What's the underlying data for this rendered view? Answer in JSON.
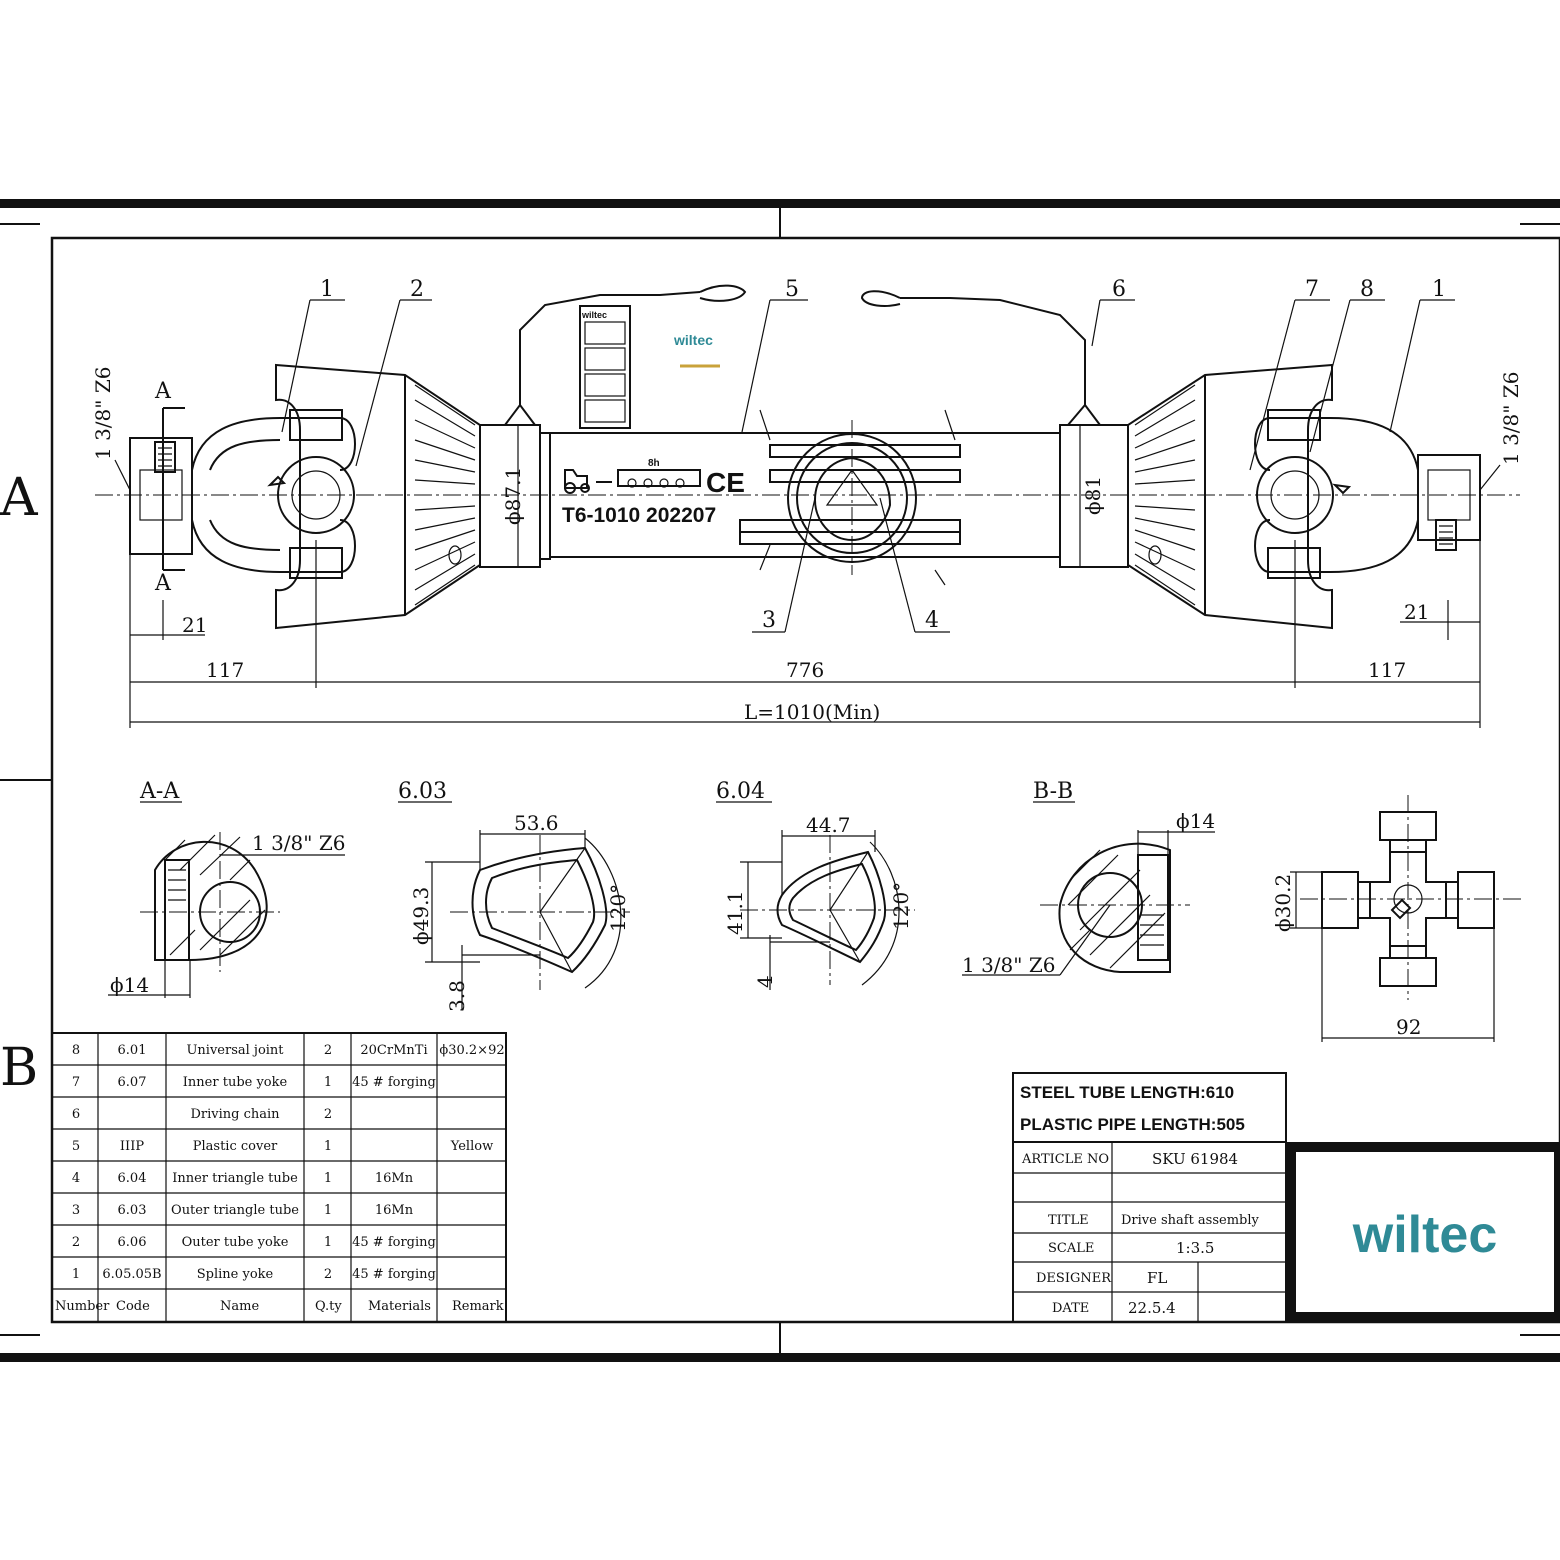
{
  "drawing": {
    "zones": [
      "A",
      "B"
    ],
    "callouts": [
      "1",
      "2",
      "5",
      "6",
      "7",
      "8",
      "1",
      "3",
      "4"
    ],
    "product_label": "T6-1010  202207",
    "ce_mark": "CE",
    "sticker_brand": "wiltec",
    "speed_hint": "8h",
    "dimensions": {
      "spline_left": "1 3/8\" Z6",
      "spline_right": "1 3/8\" Z6",
      "section_a": "A",
      "tube_left_dia": "ϕ87.1",
      "tube_right_dia": "ϕ81",
      "end_offset_left": "21",
      "end_offset_right": "21",
      "yoke_left": "117",
      "middle": "776",
      "yoke_right": "117",
      "total": "L=1010(Min)"
    }
  },
  "sections": {
    "aa": {
      "title": "A-A",
      "spline": "1 3/8\" Z6",
      "hole": "ϕ14"
    },
    "s603": {
      "title": "6.03",
      "width": "53.6",
      "height": "ϕ49.3",
      "wall": "3.8",
      "angle": "120°"
    },
    "s604": {
      "title": "6.04",
      "width": "44.7",
      "height": "41.1",
      "wall": "4",
      "angle": "120°"
    },
    "bb": {
      "title": "B-B",
      "hole": "ϕ14",
      "spline": "1 3/8\" Z6"
    },
    "cross": {
      "dia": "ϕ30.2",
      "length": "92"
    }
  },
  "bom": {
    "headers": [
      "Number",
      "Code",
      "Name",
      "Q.ty",
      "Materials",
      "Remark"
    ],
    "rows": [
      [
        "8",
        "6.01",
        "Universal joint",
        "2",
        "20CrMnTi",
        "ϕ30.2×92"
      ],
      [
        "7",
        "6.07",
        "Inner tube yoke",
        "1",
        "45 # forging",
        ""
      ],
      [
        "6",
        "",
        "Driving chain",
        "2",
        "",
        ""
      ],
      [
        "5",
        "IIIP",
        "Plastic cover",
        "1",
        "",
        "Yellow"
      ],
      [
        "4",
        "6.04",
        "Inner triangle tube",
        "1",
        "16Mn",
        ""
      ],
      [
        "3",
        "6.03",
        "Outer triangle tube",
        "1",
        "16Mn",
        ""
      ],
      [
        "2",
        "6.06",
        "Outer tube yoke",
        "1",
        "45 # forging",
        ""
      ],
      [
        "1",
        "6.05.05B",
        "Spline yoke",
        "2",
        "45 # forging",
        ""
      ]
    ]
  },
  "title_block": {
    "steel_tube": "STEEL TUBE LENGTH:610",
    "plastic_pipe": "PLASTIC PIPE LENGTH:505",
    "article_no_label": "ARTICLE NO",
    "article_no": "SKU 61984",
    "title_label": "TITLE",
    "title": "Drive shaft assembly",
    "scale_label": "SCALE",
    "scale": "1:3.5",
    "designer_label": "DESIGNER",
    "designer": "FL",
    "date_label": "DATE",
    "date": "22.5.4"
  },
  "logo": {
    "text": "wiltec",
    "color": "#2f8a96"
  }
}
